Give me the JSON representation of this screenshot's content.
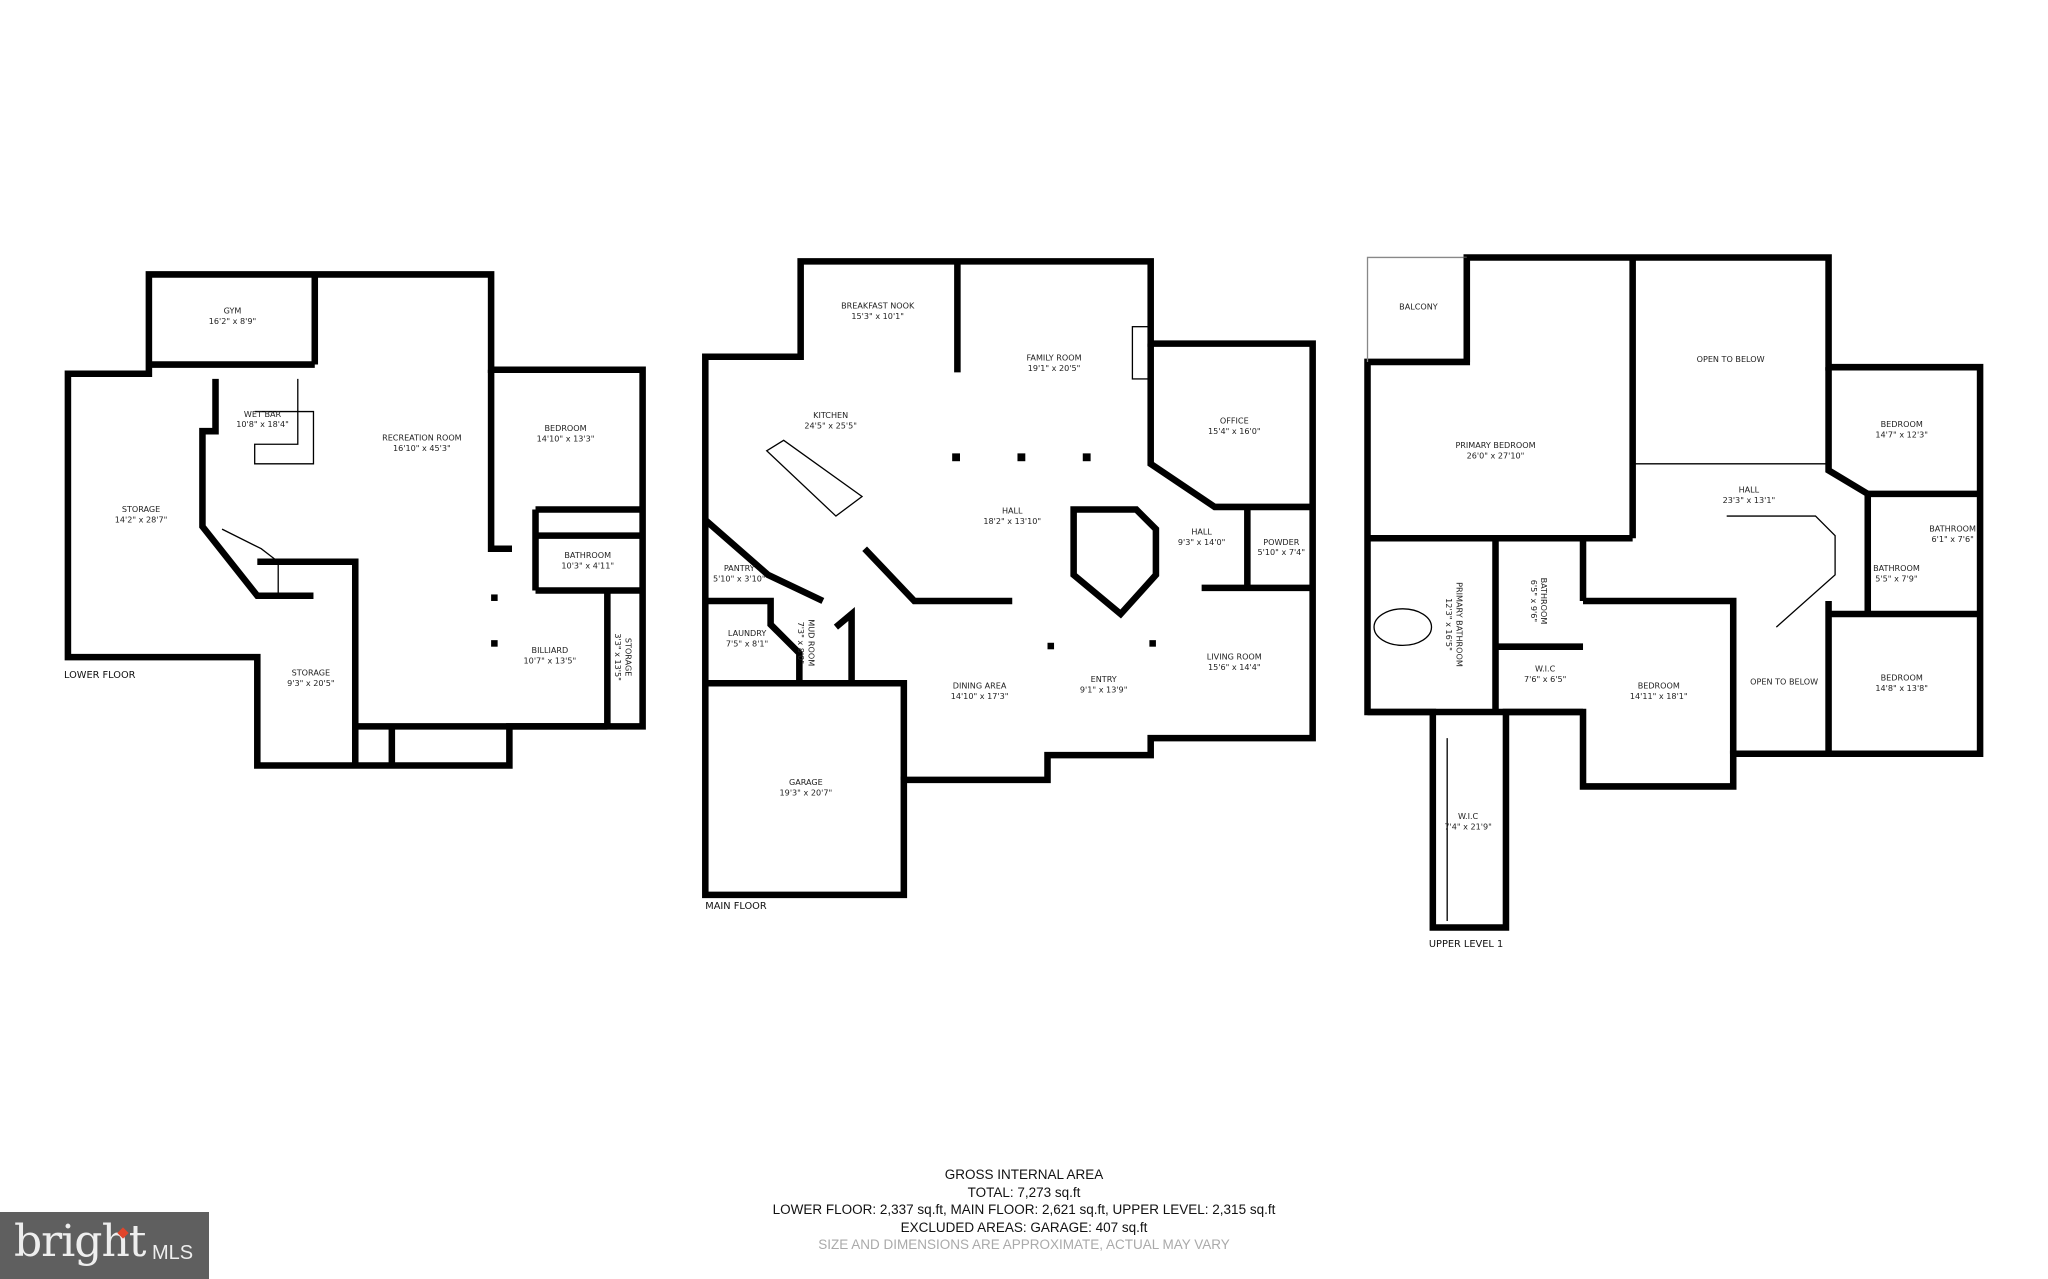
{
  "floors": [
    {
      "label": "LOWER FLOOR",
      "rooms": [
        {
          "name": "GYM",
          "dims": "16'2\" x 8'9\""
        },
        {
          "name": "WET BAR",
          "dims": "10'8\" x 18'4\""
        },
        {
          "name": "RECREATION ROOM",
          "dims": "16'10\" x 45'3\""
        },
        {
          "name": "BEDROOM",
          "dims": "14'10\" x 13'3\""
        },
        {
          "name": "STORAGE",
          "dims": "14'2\" x 28'7\""
        },
        {
          "name": "BATHROOM",
          "dims": "10'3\" x 4'11\""
        },
        {
          "name": "BILLIARD",
          "dims": "10'7\" x 13'5\""
        },
        {
          "name": "STORAGE",
          "dims": "3'3\" x 13'5\""
        },
        {
          "name": "STORAGE",
          "dims": "9'3\" x 20'5\""
        }
      ]
    },
    {
      "label": "MAIN FLOOR",
      "rooms": [
        {
          "name": "BREAKFAST NOOK",
          "dims": "15'3\" x 10'1\""
        },
        {
          "name": "FAMILY ROOM",
          "dims": "19'1\" x 20'5\""
        },
        {
          "name": "KITCHEN",
          "dims": "24'5\" x 25'5\""
        },
        {
          "name": "OFFICE",
          "dims": "15'4\" x 16'0\""
        },
        {
          "name": "HALL",
          "dims": "18'2\" x 13'10\""
        },
        {
          "name": "HALL",
          "dims": "9'3\" x 14'0\""
        },
        {
          "name": "POWDER",
          "dims": "5'10\" x 7'4\""
        },
        {
          "name": "PANTRY",
          "dims": "5'10\" x 3'10\""
        },
        {
          "name": "LAUNDRY",
          "dims": "7'5\" x 8'1\""
        },
        {
          "name": "MUD ROOM",
          "dims": "7'3\" x 8'0\""
        },
        {
          "name": "DINING AREA",
          "dims": "14'10\" x 17'3\""
        },
        {
          "name": "ENTRY",
          "dims": "9'1\" x 13'9\""
        },
        {
          "name": "LIVING ROOM",
          "dims": "15'6\" x 14'4\""
        },
        {
          "name": "GARAGE",
          "dims": "19'3\" x 20'7\""
        }
      ]
    },
    {
      "label": "UPPER LEVEL 1",
      "rooms": [
        {
          "name": "BALCONY",
          "dims": ""
        },
        {
          "name": "PRIMARY BEDROOM",
          "dims": "26'0\" x 27'10\""
        },
        {
          "name": "OPEN TO BELOW",
          "dims": ""
        },
        {
          "name": "BEDROOM",
          "dims": "14'7\" x 12'3\""
        },
        {
          "name": "HALL",
          "dims": "23'3\" x 13'1\""
        },
        {
          "name": "BATHROOM",
          "dims": "6'1\" x 7'6\""
        },
        {
          "name": "BATHROOM",
          "dims": "5'5\" x 7'9\""
        },
        {
          "name": "PRIMARY BATHROOM",
          "dims": "12'3\" x 16'5\""
        },
        {
          "name": "BATHROOM",
          "dims": "6'5\" x 9'6\""
        },
        {
          "name": "W.I.C",
          "dims": "7'6\" x 6'5\""
        },
        {
          "name": "BEDROOM",
          "dims": "14'11\" x 18'1\""
        },
        {
          "name": "OPEN TO BELOW",
          "dims": ""
        },
        {
          "name": "BEDROOM",
          "dims": "14'8\" x 13'8\""
        },
        {
          "name": "W.I.C",
          "dims": "7'4\" x 21'9\""
        }
      ]
    }
  ],
  "summary": {
    "title": "GROSS INTERNAL AREA",
    "total": "TOTAL: 7,273 sq.ft",
    "breakdown": "LOWER FLOOR: 2,337 sq.ft, MAIN FLOOR: 2,621 sq.ft, UPPER LEVEL: 2,315 sq.ft",
    "excluded": "EXCLUDED AREAS: GARAGE: 407 sq.ft",
    "disclaimer": "SIZE AND DIMENSIONS ARE APPROXIMATE, ACTUAL MAY VARY"
  },
  "logo": {
    "text": "bright",
    "suffix": "MLS",
    "accent": "#e0452b",
    "background": "#5f5f5f"
  }
}
